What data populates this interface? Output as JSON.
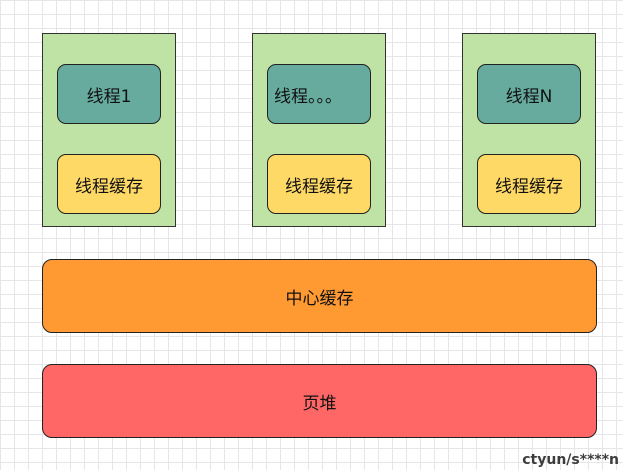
{
  "threads": [
    {
      "thread_label": "线程1",
      "cache_label": "线程缓存"
    },
    {
      "thread_label": "线程。。。",
      "cache_label": "线程缓存"
    },
    {
      "thread_label": "线程N",
      "cache_label": "线程缓存"
    }
  ],
  "central_cache": {
    "label": "中心缓存"
  },
  "page_heap": {
    "label": "页堆"
  },
  "watermark": "ctyun/s****n",
  "colors": {
    "column_fill": "#bfe3a4",
    "thread_fill": "#67ab9f",
    "thread_cache_fill": "#ffd966",
    "central_cache_fill": "#ff9a33",
    "page_heap_fill": "#ff6666"
  }
}
